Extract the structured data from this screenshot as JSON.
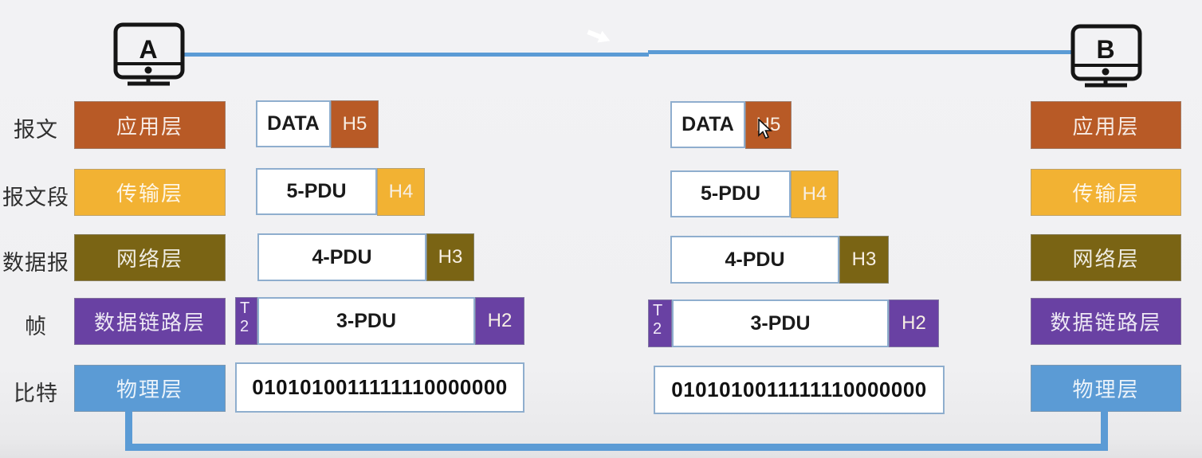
{
  "hosts": {
    "left": "A",
    "right": "B"
  },
  "rows": [
    {
      "label": "报文",
      "layer": "应用层"
    },
    {
      "label": "报文段",
      "layer": "传输层"
    },
    {
      "label": "数据报",
      "layer": "网络层"
    },
    {
      "label": "帧",
      "layer": "数据链路层"
    },
    {
      "label": "比特",
      "layer": "物理层"
    }
  ],
  "pdus": {
    "message": {
      "body": "DATA",
      "header": "H5"
    },
    "segment": {
      "body": "5-PDU",
      "header": "H4"
    },
    "datagram": {
      "body": "4-PDU",
      "header": "H3"
    },
    "frame": {
      "trailer_line1": "T",
      "trailer_line2": "2",
      "body": "3-PDU",
      "header": "H2"
    },
    "bits": "0101010011111110000000"
  },
  "colors": {
    "application": "#b85a26",
    "transport": "#f2b233",
    "network": "#7a6414",
    "datalink": "#6941a3",
    "physical": "#5b9bd5",
    "link_line": "#5b9bd5"
  }
}
